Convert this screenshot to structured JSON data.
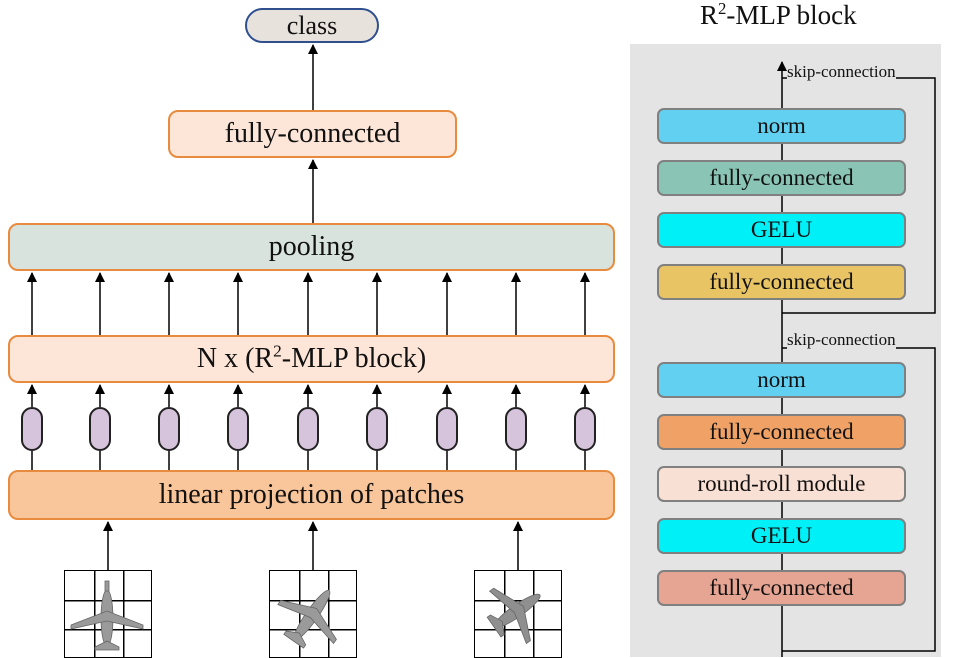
{
  "left": {
    "class_label": "class",
    "fc_label": "fully-connected",
    "pooling_label": "pooling",
    "nx_prefix": "N x (R",
    "nx_sup": "2",
    "nx_suffix": "-MLP block)",
    "projection_label": "linear projection of patches"
  },
  "right": {
    "title_prefix": "R",
    "title_sup": "2",
    "title_suffix": "-MLP block",
    "skip_top": "skip-connection",
    "skip_bottom": "skip-connection",
    "top_block": [
      "norm",
      "fully-connected",
      "GELU",
      "fully-connected"
    ],
    "bottom_block": [
      "norm",
      "fully-connected",
      "round-roll module",
      "GELU",
      "fully-connected"
    ]
  },
  "colors": {
    "class_fill": "#e8e2dc",
    "class_border": "#2f4f8f",
    "fc_fill": "#fde5d8",
    "orange_border": "#e88b3e",
    "pooling_fill": "#d9e3dd",
    "projection_fill": "#f9c59a",
    "token_fill": "#d6c3dc",
    "panel_bg": "#e4e4e4",
    "norm": "#62d0f0",
    "fc_teal": "#8ac4b4",
    "gelu": "#00f0f8",
    "fc_yellow": "#e8c464",
    "fc_orange": "#f0a266",
    "round_roll": "#f9e0d4",
    "fc_salmon": "#e6a492",
    "block_border": "#808080"
  }
}
